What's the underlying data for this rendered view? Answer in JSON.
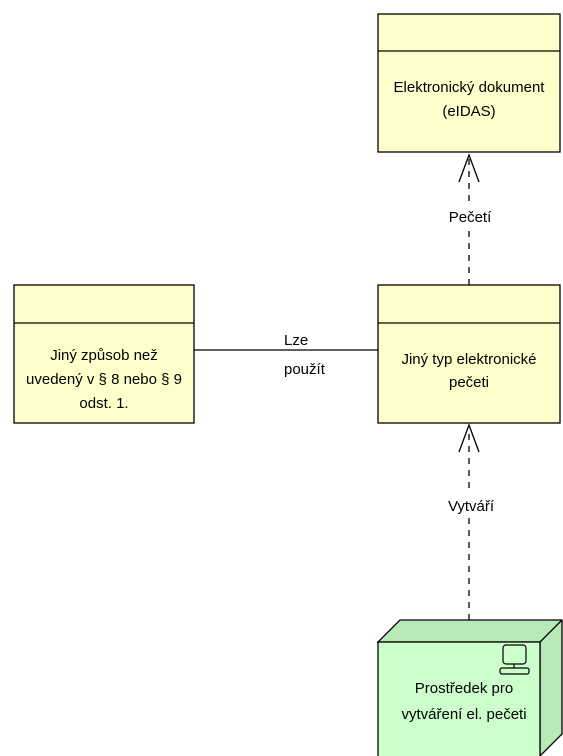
{
  "elements": {
    "electronic_document": {
      "line1": "Elektronický dokument",
      "line2": "(eIDAS)"
    },
    "electronic_seal_type": {
      "line1": "Jiný typ elektronické",
      "line2": "pečeti"
    },
    "other_method": {
      "line1": "Jiný způsob než",
      "line2": "uvedený v § 8 nebo § 9",
      "line3": "odst. 1."
    },
    "seal_creation_device": {
      "line1": "Prostředek pro",
      "line2": "vytváření el. pečeti"
    }
  },
  "relations": {
    "seal_to_document": "Pečetí",
    "method_to_seal_line1": "Lze",
    "method_to_seal_line2": "použít",
    "device_to_seal": "Vytváří"
  },
  "colors": {
    "class_fill": "#ffffcc",
    "node_fill": "#ccffcc",
    "line": "#000000"
  },
  "icons": {
    "device": "computer-device-icon"
  }
}
